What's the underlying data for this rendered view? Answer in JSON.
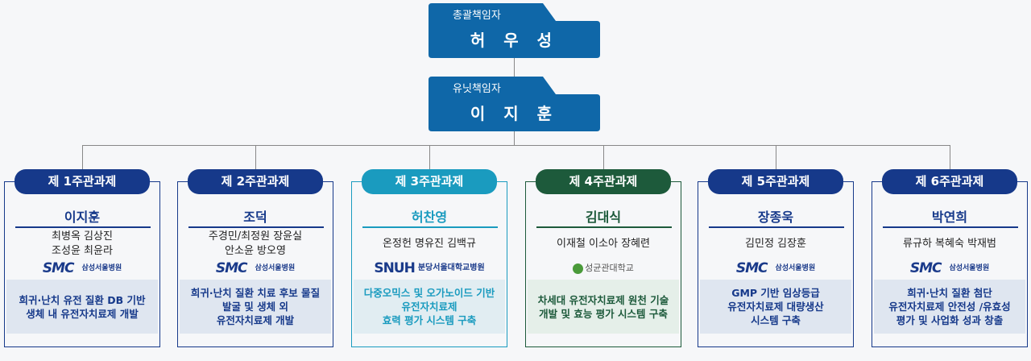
{
  "director": {
    "role": "총괄책임자",
    "name": "허 우 성"
  },
  "unit_lead": {
    "role": "유닛책임자",
    "name": "이 지 훈"
  },
  "colors": {
    "lead": "#0f67a8",
    "navy": "#16398a",
    "teal": "#1a9bbf",
    "green": "#1d5a3b"
  },
  "tasks": [
    {
      "title": "제 1주관과제",
      "leader": "이지훈",
      "members": "최병옥 김상진\n조성윤 최윤라",
      "logo": "SMC",
      "logo_sub": "삼성서울병원",
      "goal": "희귀·난치 유전 질환 DB 기반\n생체 내 유전자치료제 개발",
      "color": "#16398a",
      "bg": "#dfe6f0"
    },
    {
      "title": "제 2주관과제",
      "leader": "조덕",
      "members": "주경민/최정원 장윤실\n안소윤 방오영",
      "logo": "SMC",
      "logo_sub": "삼성서울병원",
      "goal": "희귀·난치 질환 치료 후보 물질\n발굴 및 생체 외\n유전자치료제 개발",
      "color": "#16398a",
      "bg": "#dfe6f0"
    },
    {
      "title": "제 3주관과제",
      "leader": "허찬영",
      "members": "온정헌 명유진 김백규",
      "logo": "SNUH",
      "logo_sub": "분당서울대학교병원",
      "goal": "다중오믹스 및 오가노이드 기반\n유전자치료제\n효력 평가 시스템 구축",
      "color": "#1a9bbf",
      "bg": "#e1edf2"
    },
    {
      "title": "제 4주관과제",
      "leader": "김대식",
      "members": "이재철 이소아 장혜련",
      "logo": "",
      "logo_sub": "성균관대학교",
      "goal": "차세대 유전자치료제 원천 기술\n개발 및 효능 평가 시스템 구축",
      "color": "#1d5a3b",
      "bg": "#e5efe9"
    },
    {
      "title": "제 5주관과제",
      "leader": "장종욱",
      "members": "김민정 김장훈",
      "logo": "SMC",
      "logo_sub": "삼성서울병원",
      "goal": "GMP 기반 임상등급\n유전자치료제 대량생산\n시스템 구축",
      "color": "#16398a",
      "bg": "#dfe6f0"
    },
    {
      "title": "제 6주관과제",
      "leader": "박연희",
      "members": "류규하 복혜숙 박재범",
      "logo": "SMC",
      "logo_sub": "삼성서울병원",
      "goal": "희귀·난치 질환 첨단\n유전자치료제  안전성 /유효성\n평가 및 사업화  성과 창출",
      "color": "#16398a",
      "bg": "#dfe6f0"
    }
  ]
}
